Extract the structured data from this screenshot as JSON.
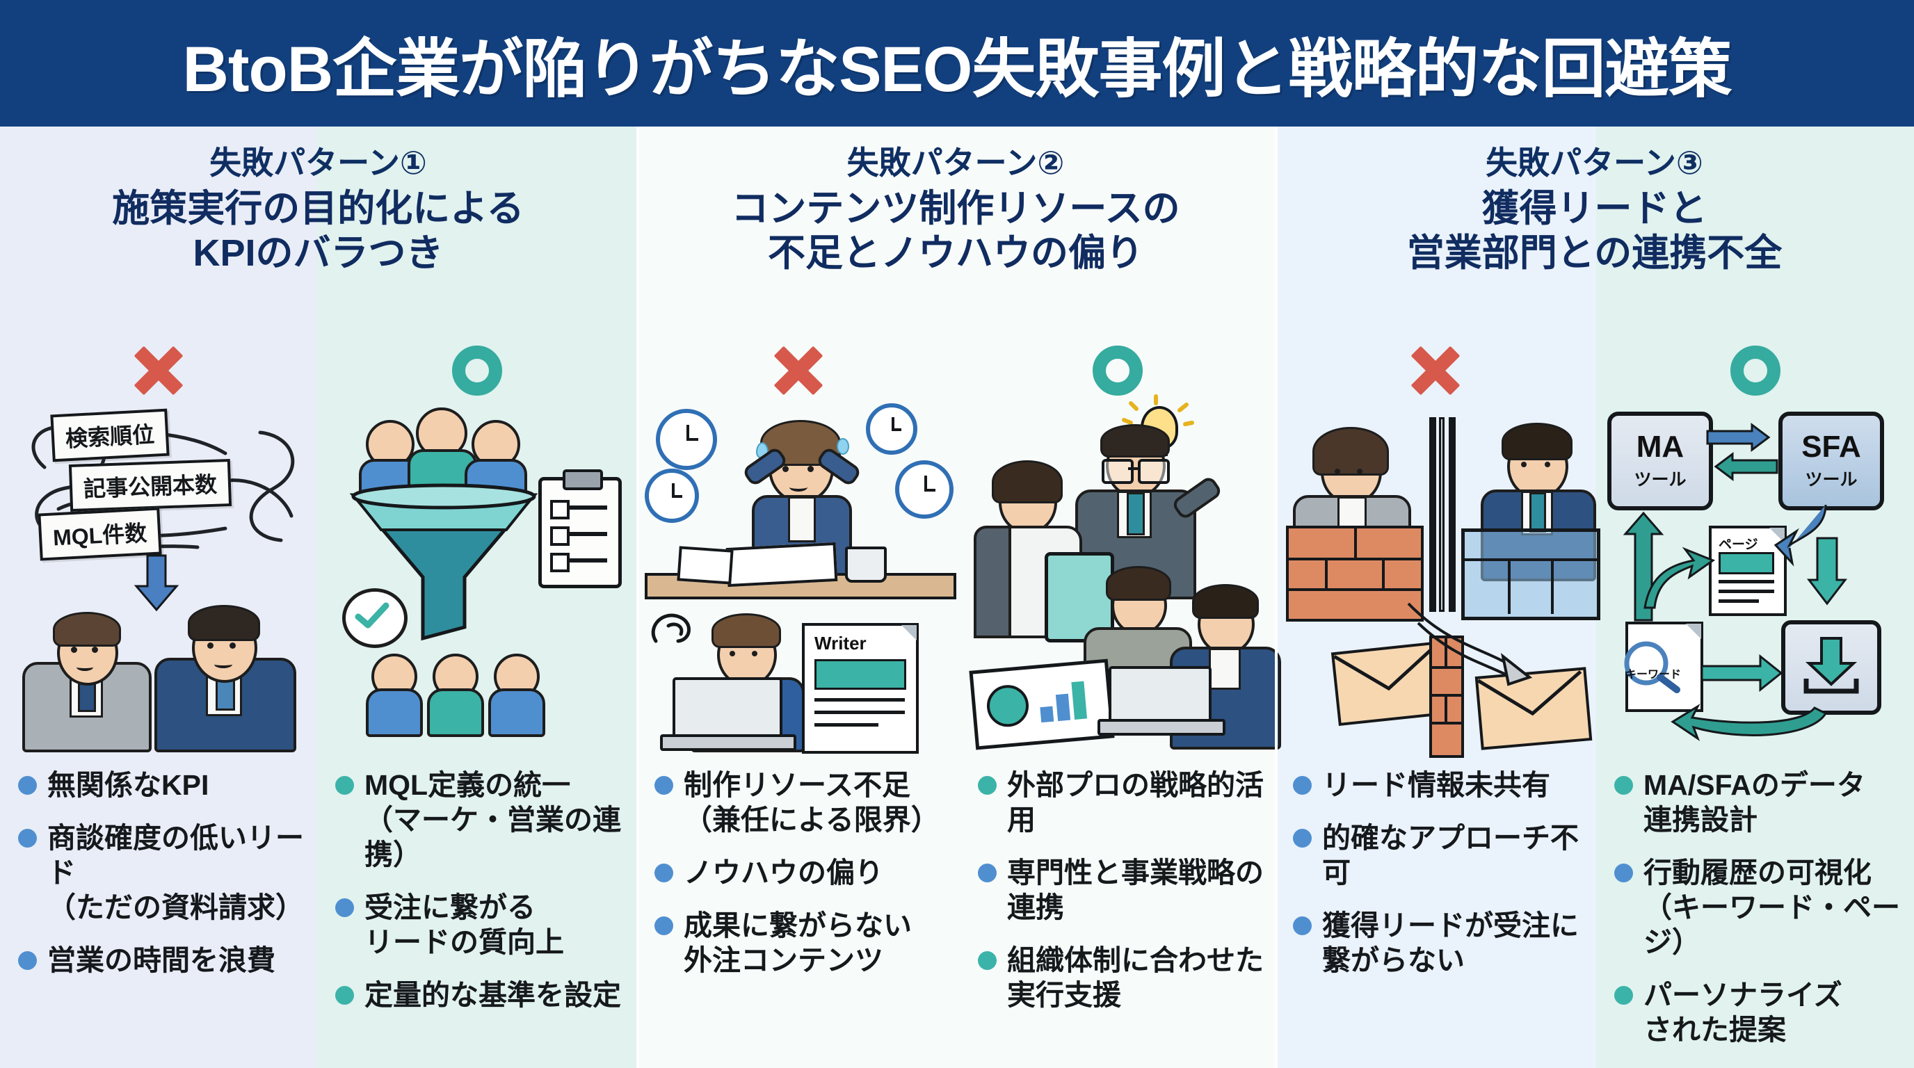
{
  "header": {
    "title": "BtoB企業が陥りがちなSEO失敗事例と戦略的な回避策"
  },
  "columns": [
    {
      "pattern_label": "失敗パターン①",
      "title_line1": "施策実行の目的化による",
      "title_line2": "KPIのバラつき",
      "bad_mark": "×",
      "good_mark": "○",
      "illustration_bad": {
        "tags": [
          "検索順位",
          "記事公開本数",
          "MQL件数"
        ],
        "scene": "tangled-kpi-lines-with-two-worried-businessmen"
      },
      "illustration_good": {
        "scene": "funnel-with-people-clipboard-checklist-and-check-bubble"
      },
      "bullets_bad": [
        {
          "text": "無関係なKPI",
          "dot": "blue"
        },
        {
          "text": "商談確度の低いリード\n（ただの資料請求）",
          "dot": "blue"
        },
        {
          "text": "営業の時間を浪費",
          "dot": "blue"
        }
      ],
      "bullets_good": [
        {
          "text": "MQL定義の統一\n（マーケ・営業の連携）",
          "dot": "teal"
        },
        {
          "text": "受注に繋がる\nリードの質向上",
          "dot": "blue"
        },
        {
          "text": "定量的な基準を設定",
          "dot": "teal"
        }
      ]
    },
    {
      "pattern_label": "失敗パターン②",
      "title_line1": "コンテンツ制作リソースの",
      "title_line2": "不足とノウハウの偏り",
      "bad_mark": "×",
      "good_mark": "○",
      "illustration_bad": {
        "tags": [
          "Writer"
        ],
        "scene": "overwhelmed-woman-with-clocks-and-solo-writer-at-laptop"
      },
      "illustration_good": {
        "scene": "team-collaboration-with-expert-idea-bulb-and-charts"
      },
      "bullets_bad": [
        {
          "text": "制作リソース不足\n（兼任による限界）",
          "dot": "blue"
        },
        {
          "text": "ノウハウの偏り",
          "dot": "blue"
        },
        {
          "text": "成果に繋がらない\n外注コンテンツ",
          "dot": "blue"
        }
      ],
      "bullets_good": [
        {
          "text": "外部プロの戦略的活用",
          "dot": "teal"
        },
        {
          "text": "専門性と事業戦略の\n連携",
          "dot": "blue"
        },
        {
          "text": "組織体制に合わせた\n実行支援",
          "dot": "teal"
        }
      ]
    },
    {
      "pattern_label": "失敗パターン③",
      "title_line1": "獲得リードと",
      "title_line2": "営業部門との連携不全",
      "bad_mark": "×",
      "good_mark": "○",
      "illustration_bad": {
        "tags": [],
        "scene": "two-people-separated-by-brick-wall-with-blocked-envelopes"
      },
      "illustration_good": {
        "tags": [
          "MA",
          "ツール",
          "SFA",
          "ツール",
          "ページ",
          "キーワード"
        ],
        "scene": "ma-sfa-data-integration-cycle-diagram"
      },
      "bullets_bad": [
        {
          "text": "リード情報未共有",
          "dot": "blue"
        },
        {
          "text": "的確なアプローチ不可",
          "dot": "blue"
        },
        {
          "text": "獲得リードが受注に\n繋がらない",
          "dot": "blue"
        }
      ],
      "bullets_good": [
        {
          "text": "MA/SFAのデータ\n連携設計",
          "dot": "teal"
        },
        {
          "text": "行動履歴の可視化\n（キーワード・ページ）",
          "dot": "blue"
        },
        {
          "text": "パーソナライズ\nされた提案",
          "dot": "teal"
        }
      ]
    }
  ],
  "diagram": {
    "ma_label": "MA",
    "ma_sub": "ツール",
    "sfa_label": "SFA",
    "sfa_sub": "ツール",
    "page_label": "ページ",
    "keyword_label": "キーワード"
  },
  "colors": {
    "header_bg": "#12407f",
    "header_text": "#ffffff",
    "title_navy": "#102c60",
    "bad_mark": "#d6594b",
    "good_mark": "#36ab9f",
    "dot_blue": "#4f8fd0",
    "dot_teal": "#3cb3a8",
    "bg_lavender": "#e9edf7",
    "bg_mint": "#e1f2ef",
    "bg_white": "#f7fbfa",
    "bg_ice": "#eaf2fb"
  }
}
